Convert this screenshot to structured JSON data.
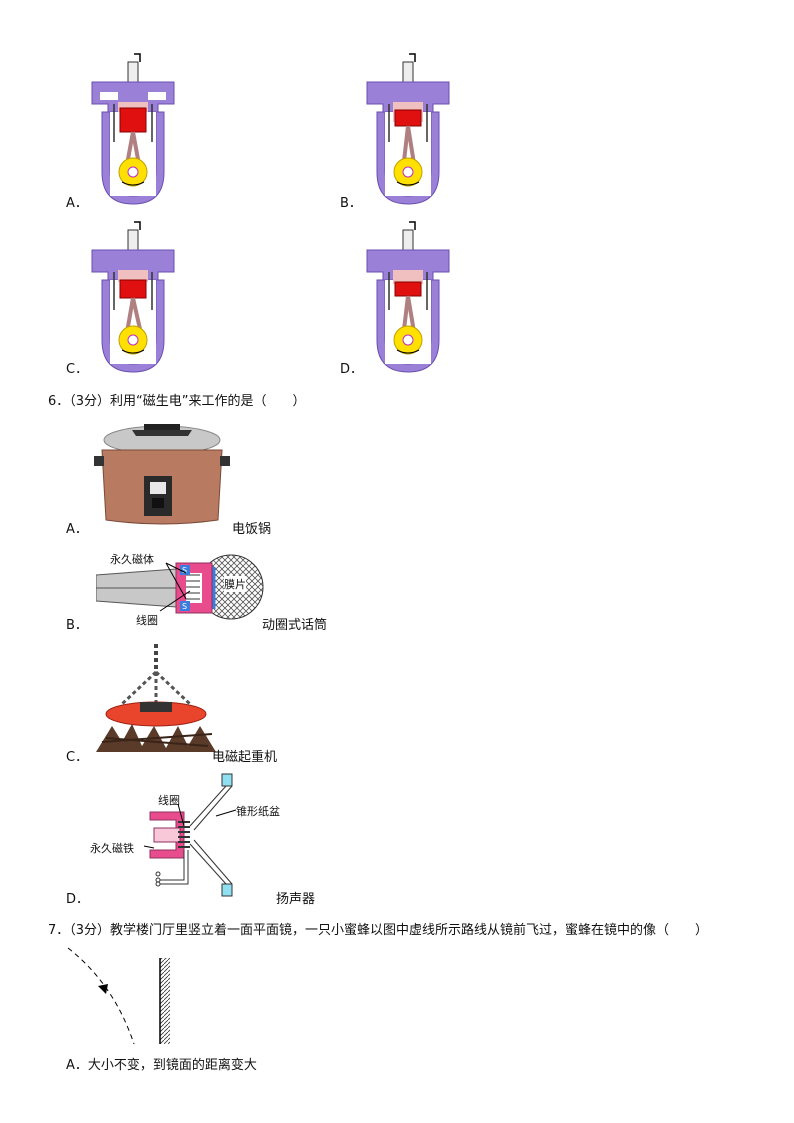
{
  "engine_options": [
    {
      "letter": "A．"
    },
    {
      "letter": "B．"
    },
    {
      "letter": "C．"
    },
    {
      "letter": "D．"
    }
  ],
  "q6": {
    "stem": "6．（3分）利用“磁生电”来工作的是（　　）",
    "options": [
      {
        "letter": "A．",
        "caption": "电饭锅"
      },
      {
        "letter": "B．",
        "caption": "动圈式话筒",
        "labels": {
          "magnet": "永久磁体",
          "diaphragm": "膜片",
          "coil": "线圈"
        }
      },
      {
        "letter": "C．",
        "caption": "电磁起重机"
      },
      {
        "letter": "D．",
        "caption": "扬声器",
        "labels": {
          "coil": "线圈",
          "cone": "锥形纸盆",
          "magnet": "永久磁铁"
        }
      }
    ],
    "magnet_pole": "S"
  },
  "q7": {
    "stem": "7．（3分）教学楼门厅里竖立着一面平面镜，一只小蜜蜂以图中虚线所示路线从镜前飞过，蜜蜂在镜中的像（　　）",
    "option_a": "A．大小不变，到镜面的距离变大"
  }
}
